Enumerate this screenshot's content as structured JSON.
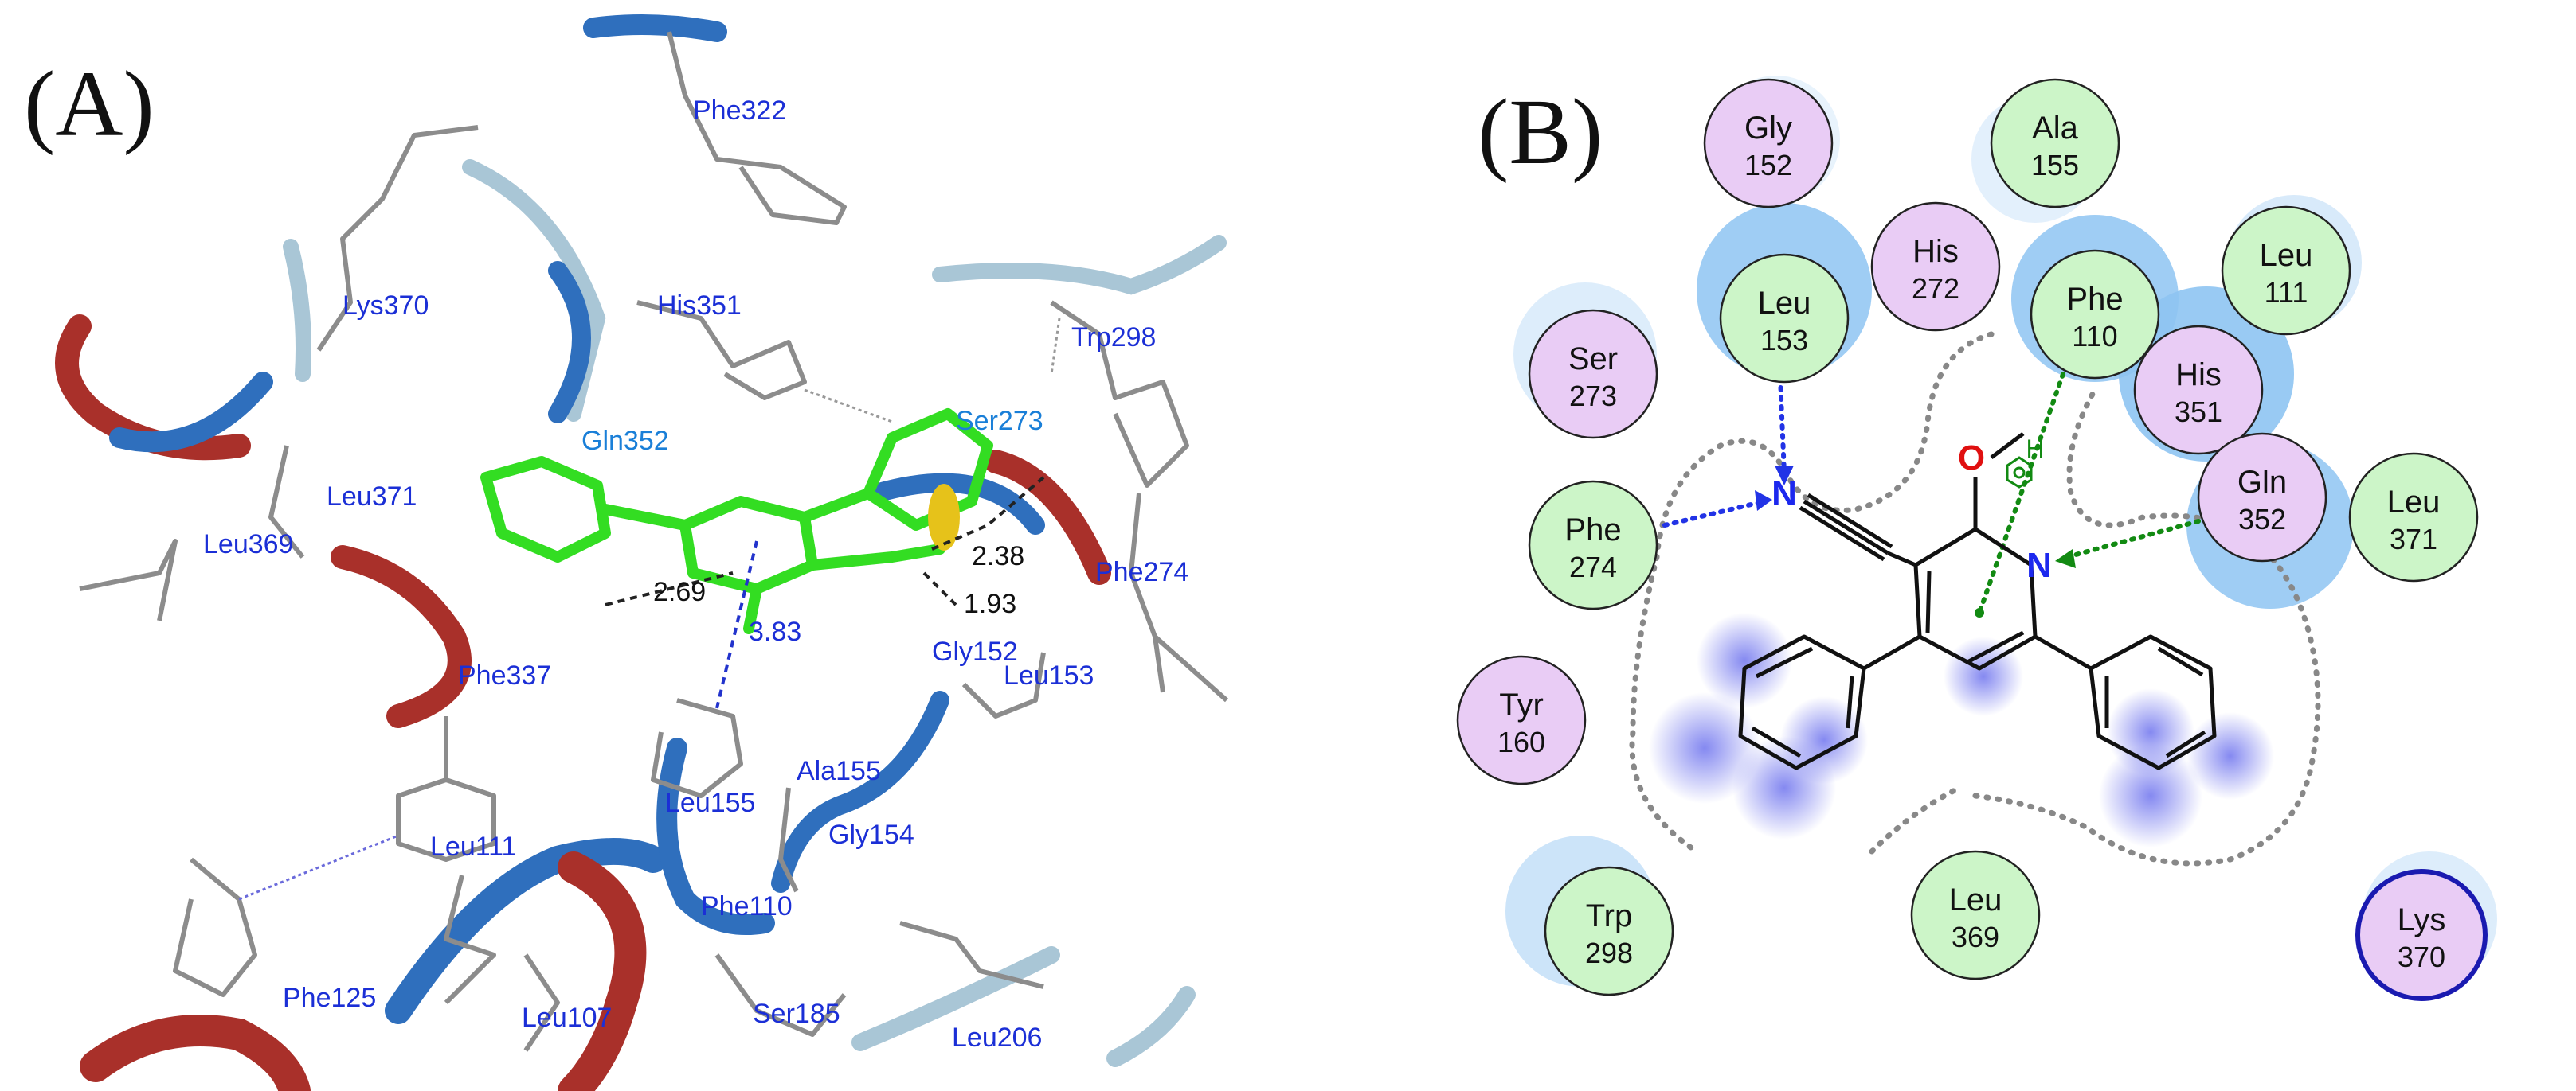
{
  "colors": {
    "ligand": "#33dd22",
    "helix_red": "#a9302a",
    "helix_blue": "#2f6fbd",
    "coil_light": "#a9c6d6",
    "stick_gray": "#8c8c8c",
    "label_blue": "#1b2fd6",
    "label_lightblue": "#1a7fd8",
    "hbond": "#222222",
    "pi": "#2233cc",
    "green_res": "#ccf5c8",
    "pink_res": "#e9ccf5",
    "halo": "#8ec4f2",
    "aromatic_glow": "#8a8df0",
    "hbond_2d": "#2233e6",
    "pi_2d": "#128a12",
    "oxygen": "#e01010",
    "nitrogen": "#1c28ee",
    "lys_border": "#1a1ab0"
  },
  "panelA": {
    "label": "(A)",
    "residues": [
      "Phe322",
      "Lys370",
      "His351",
      "Trp298",
      "Gln352",
      "Ser273",
      "Leu371",
      "Leu369",
      "Phe274",
      "Gly152",
      "Leu153",
      "Phe337",
      "Ala155",
      "Leu155",
      "Gly154",
      "Leu111",
      "Phe110",
      "Phe125",
      "Leu107",
      "Ser185",
      "Leu206"
    ],
    "distances": [
      "2.69",
      "3.83",
      "2.38",
      "1.93"
    ]
  },
  "panelB": {
    "label": "(B)",
    "residues": [
      {
        "name": "Gly",
        "num": "152",
        "kind": "pink"
      },
      {
        "name": "Ala",
        "num": "155",
        "kind": "green"
      },
      {
        "name": "His",
        "num": "272",
        "kind": "pink"
      },
      {
        "name": "Leu",
        "num": "153",
        "kind": "green"
      },
      {
        "name": "Phe",
        "num": "110",
        "kind": "green"
      },
      {
        "name": "Leu",
        "num": "111",
        "kind": "green"
      },
      {
        "name": "Ser",
        "num": "273",
        "kind": "pink"
      },
      {
        "name": "His",
        "num": "351",
        "kind": "pink"
      },
      {
        "name": "Gln",
        "num": "352",
        "kind": "pink"
      },
      {
        "name": "Phe",
        "num": "274",
        "kind": "green"
      },
      {
        "name": "Leu",
        "num": "371",
        "kind": "green"
      },
      {
        "name": "Tyr",
        "num": "160",
        "kind": "pink"
      },
      {
        "name": "Trp",
        "num": "298",
        "kind": "green"
      },
      {
        "name": "Leu",
        "num": "369",
        "kind": "green"
      },
      {
        "name": "Lys",
        "num": "370",
        "kind": "pink"
      }
    ],
    "atoms": {
      "nitrile_n": "N",
      "oxygen": "O",
      "ring_n": "N",
      "hydrogen": "H"
    }
  }
}
